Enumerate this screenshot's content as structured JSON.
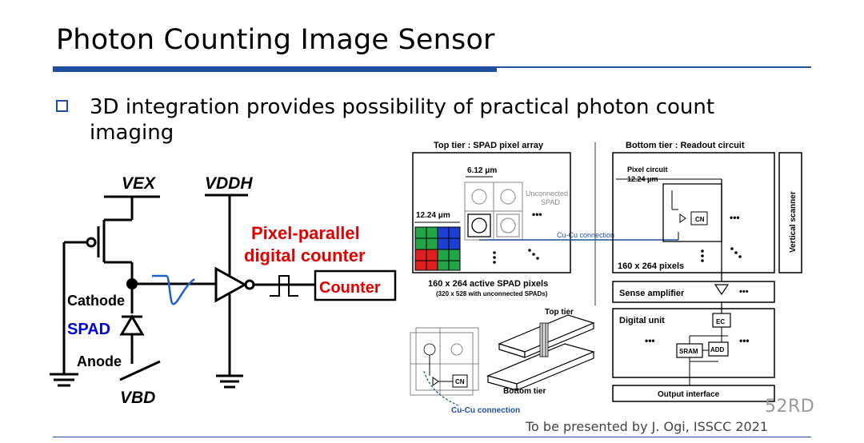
{
  "slide": {
    "title": "Photon Counting Image Sensor",
    "bullet": "3D integration provides possibility of practical photon count imaging",
    "footer": "To be presented by J. Ogi, ISSCC 2021",
    "watermark": "52RD"
  },
  "circuit": {
    "vex": "VEX",
    "vddh": "VDDH",
    "vbd": "VBD",
    "cathode": "Cathode",
    "spad": "SPAD",
    "anode": "Anode",
    "counter_title_line1": "Pixel-parallel",
    "counter_title_line2": "digital counter",
    "counter": "Counter"
  },
  "top_tier": {
    "heading": "Top tier : SPAD pixel array",
    "dim_small": "6.12 μm",
    "dim_large": "12.24 μm",
    "unconnected_line1": "Unconnected",
    "unconnected_line2": "SPAD",
    "active_pixels": "160 x 264 active SPAD pixels",
    "with_unconnected": "(320 x 528 with unconnected SPADs)"
  },
  "bottom_tier": {
    "heading": "Bottom tier : Readout circuit",
    "pixel_circuit": "Pixel circuit",
    "dim": "12.24 μm",
    "cn": "CN",
    "pixels": "160 x 264 pixels",
    "vertical_scanner": "Vertical scanner",
    "sense_amplifier": "Sense amplifier",
    "digital_unit": "Digital unit",
    "ec": "EC",
    "sram": "SRAM",
    "add": "ADD",
    "output_interface": "Output interface"
  },
  "stack": {
    "cu_cu": "Cu-Cu connection",
    "top_tier": "Top tier",
    "bottom_tier": "Bottom tier",
    "cu_cu_bottom": "Cu-Cu connection",
    "cn": "CN"
  },
  "colors": {
    "accent": "#1f4e9c",
    "red_label": "#e00000",
    "blue_label": "#0000dd",
    "pulse_blue": "#1f5fd0",
    "grid_green": "#22a447",
    "grid_red": "#e02020",
    "grid_blue": "#1c3fd0"
  },
  "dots": "•••"
}
